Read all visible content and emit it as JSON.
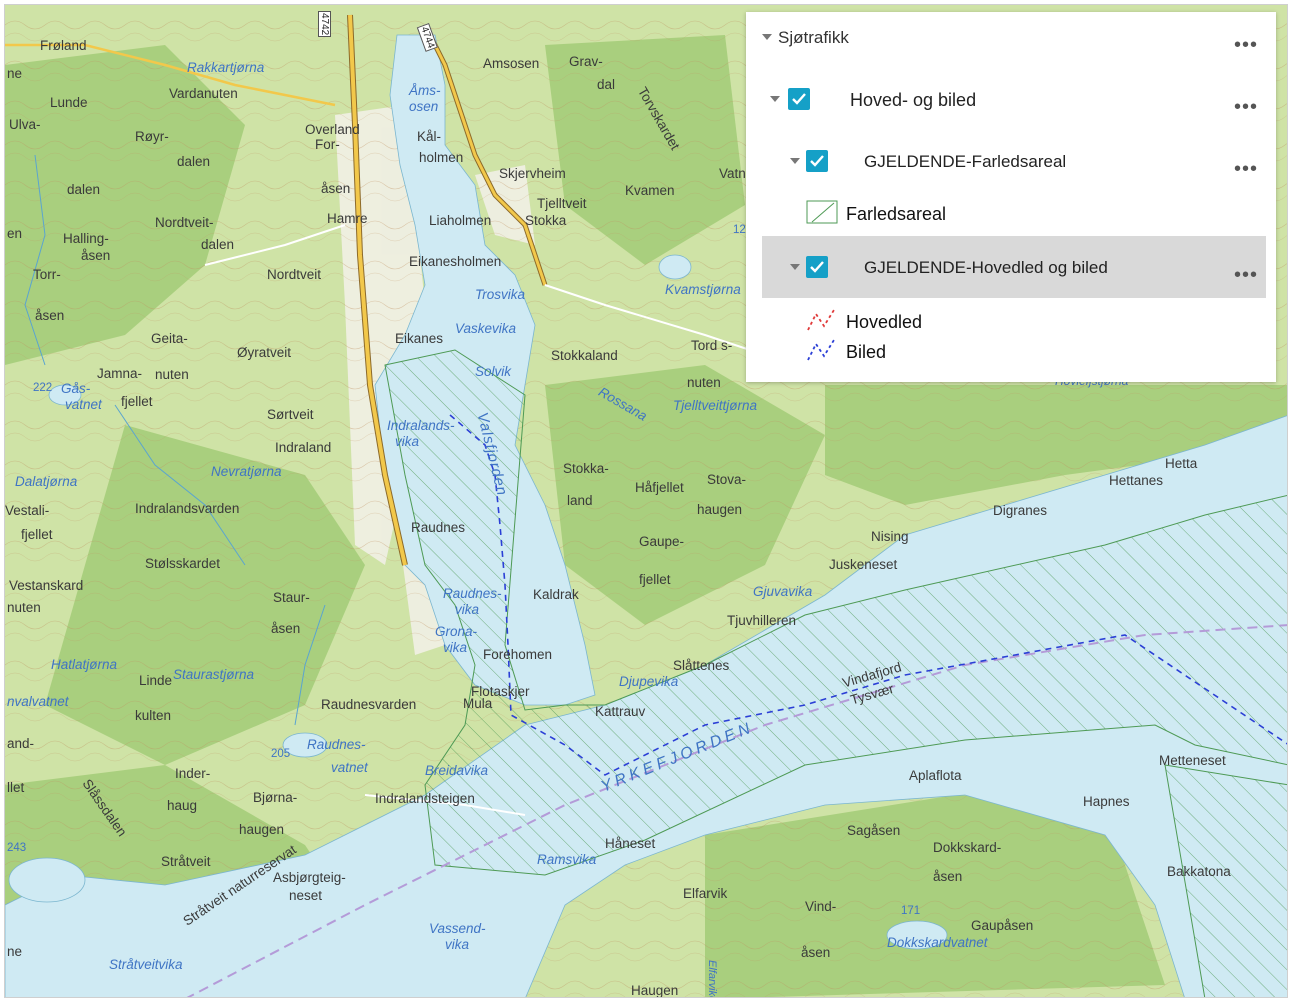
{
  "legend": {
    "group_title": "Sjøtrafikk",
    "layer_main": "Hoved- og biled",
    "sublayer_farled": "GJELDENDE-Farledsareal",
    "farled_item": "Farledsareal",
    "sublayer_hovedled": "GJELDENDE-Hovedled og biled",
    "hovedled_item": "Hovedled",
    "biled_item": "Biled",
    "more_glyph": "•••"
  },
  "colors": {
    "checkbox": "#15a0c7",
    "hovedled_line": "#e03a3a",
    "biled_line": "#2b3fd6",
    "farled_hatch": "#4e9a55",
    "water": "#cfeaf3",
    "land": "#cfe3a6",
    "forest": "#a9cf7e",
    "road": "#f2c84b"
  },
  "map": {
    "road_numbers": [
      "4742",
      "4744"
    ],
    "places": [
      "Frøland",
      "Rakkartjørna",
      "Vardanuten",
      "Lunde",
      "Ulva-",
      "Røyr-",
      "dalen",
      "dalen",
      "Overland",
      "For-",
      "åsen",
      "Hamre",
      "Nordtveit-",
      "dalen",
      "Halling-",
      "åsen",
      "Nordtveit",
      "Torr-",
      "åsen",
      "Geita-",
      "Jamna-",
      "nuten",
      "Øyratveit",
      "Gås-",
      "vatnet",
      "fjellet",
      "Sørtveit",
      "Indraland",
      "Nevratjørna",
      "Dalatjørna",
      "Indralandsvarden",
      "Vestali-",
      "fjellet",
      "Stølsskardet",
      "Vestanskard",
      "nuten",
      "Staur-",
      "åsen",
      "Hatlatjørna",
      "Linde",
      "Staurastjørna",
      "Raudnesvarden",
      "kulten",
      "Raudnes-",
      "vatnet",
      "Inder-",
      "haug",
      "Slåssdalen",
      "Bjørna-",
      "haugen",
      "Stråtveit",
      "Stråtveit naturreservat",
      "Asbjørgteig-",
      "neset",
      "Stråtveitvika",
      "Åms-",
      "osen",
      "Amsosen",
      "Grav-",
      "dal",
      "Torvskardet",
      "Kål-",
      "holmen",
      "Skjervheim",
      "Kvamen",
      "Tjelltveit",
      "Stokka",
      "Liaholmen",
      "Eikanesholmen",
      "Trosvika",
      "Kvamstjørna",
      "Vaskevika",
      "Eikanes",
      "Solvik",
      "Stokkaland",
      "Tord s-",
      "nuten",
      "Rossana",
      "Tjelltveittjørna",
      "Indralands-",
      "vika",
      "Valsfjorden",
      "Stokka-",
      "land",
      "Håfjellet",
      "Stova-",
      "haugen",
      "Raudnes",
      "Gaupe-",
      "fjellet",
      "Raudnes-",
      "vika",
      "Grona-",
      "vika",
      "Kaldrak",
      "Forehomen",
      "Flotaskjer",
      "Mula",
      "Gjuvavika",
      "Tjuvhilleren",
      "Juskeneset",
      "Nising",
      "Digranes",
      "Hettanes",
      "Hetta",
      "Slåttenes",
      "Djupevika",
      "Kattrauv",
      "Vindafjord",
      "Tysvær",
      "YRKEFJORDEN",
      "Breidavika",
      "Indralandsteigen",
      "Aplaflota",
      "Metteneset",
      "Hapnes",
      "Sagåsen",
      "Dokkskard-",
      "åsen",
      "Bakkatona",
      "Håneset",
      "Ramsvika",
      "Elfarvik",
      "Vind-",
      "åsen",
      "Gaupåsen",
      "Dokkskardvatnet",
      "Vassend-",
      "vika",
      "Haugen",
      "Elfarvikelva",
      "ne",
      "ne",
      "en",
      "and-",
      "llet",
      "nvalvatnet",
      "Hovlefjstjørna",
      "Vatn"
    ],
    "elevations": [
      "222",
      "205",
      "243",
      "171",
      "12"
    ]
  }
}
